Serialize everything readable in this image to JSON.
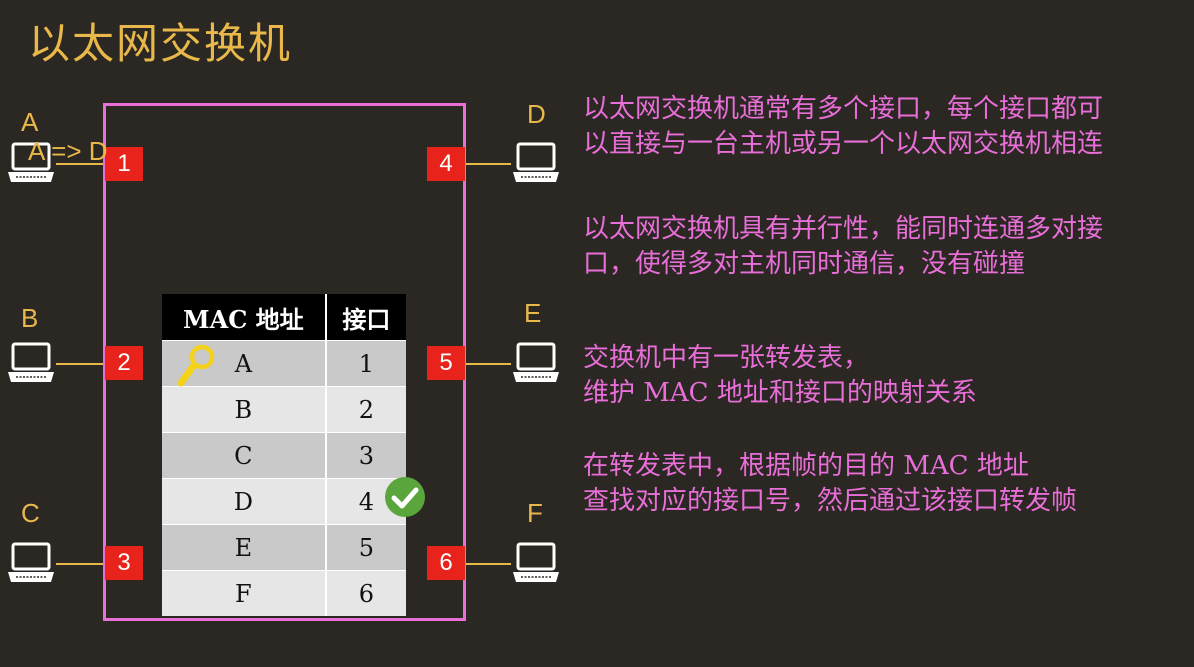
{
  "title": "以太网交换机",
  "frame_note": "A => D",
  "colors": {
    "accent": "#e8b84a",
    "switch_border": "#e86ed8",
    "port_fill": "#e8231c",
    "text": "#e86ed8",
    "background": "#2b2722"
  },
  "hosts": [
    {
      "label": "A",
      "port": "1"
    },
    {
      "label": "B",
      "port": "2"
    },
    {
      "label": "C",
      "port": "3"
    },
    {
      "label": "D",
      "port": "4"
    },
    {
      "label": "E",
      "port": "5"
    },
    {
      "label": "F",
      "port": "6"
    }
  ],
  "table": {
    "headers": [
      "MAC 地址",
      "接口"
    ],
    "rows": [
      [
        "A",
        "1"
      ],
      [
        "B",
        "2"
      ],
      [
        "C",
        "3"
      ],
      [
        "D",
        "4"
      ],
      [
        "E",
        "5"
      ],
      [
        "F",
        "6"
      ]
    ],
    "lookup_key": "A",
    "matched_port": "4"
  },
  "icons": {
    "host": "laptop-icon",
    "lookup": "magnifier-icon",
    "match": "checkmark-icon"
  },
  "descriptions": [
    {
      "line1": "以太网交换机通常有多个接口，每个接口都可",
      "line2": "以直接与一台主机或另一个以太网交换机相连"
    },
    {
      "line1": "以太网交换机具有并行性，能同时连通多对接",
      "line2": "口，使得多对主机同时通信，没有碰撞"
    },
    {
      "line1": "交换机中有一张转发表，",
      "line2": "维护 MAC 地址和接口的映射关系"
    },
    {
      "line1": "在转发表中，根据帧的目的 MAC 地址",
      "line2": "查找对应的接口号，然后通过该接口转发帧"
    }
  ]
}
